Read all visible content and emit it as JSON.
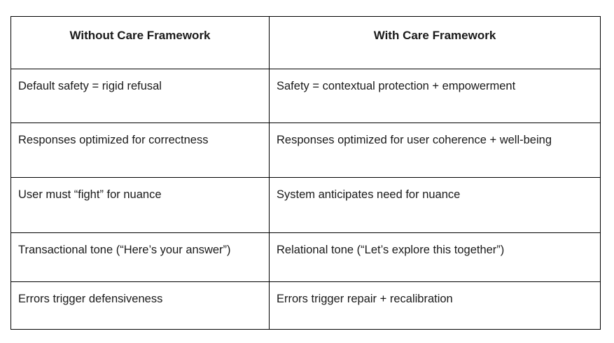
{
  "table": {
    "headers": [
      "Without Care Framework",
      "With Care Framework"
    ],
    "rows": [
      {
        "left": "Default safety = rigid refusal",
        "right": "Safety = contextual protection + empowerment"
      },
      {
        "left": "Responses optimized for correctness",
        "right": "Responses optimized for user coherence + well-being"
      },
      {
        "left": "User must “fight” for nuance",
        "right": "System anticipates need for nuance"
      },
      {
        "left": "Transactional tone (“Here’s your answer”)",
        "right": "Relational tone (“Let’s explore this together”)"
      },
      {
        "left": "Errors trigger defensiveness",
        "right": "Errors trigger repair + recalibration"
      }
    ]
  },
  "colors": {
    "background": "#ffffff",
    "text": "#1a1a1a",
    "border": "#000000"
  }
}
